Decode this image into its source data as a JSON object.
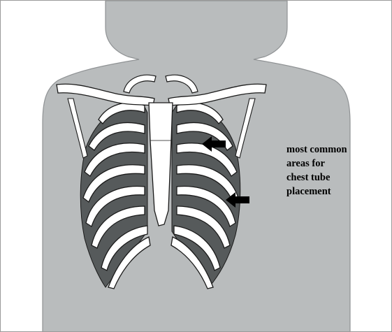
{
  "caption": {
    "lines": [
      "most common",
      "areas for",
      "chest tube",
      "placement"
    ]
  },
  "colors": {
    "silhouette": "#b9bcbd",
    "silhouette_outline": "#8f9294",
    "intercostal": "#565a5b",
    "bone": "#ffffff",
    "bone_outline": "#1a1a1a",
    "arrow": "#000000"
  },
  "icons": {
    "upper_arrow": "arrow-left-icon",
    "lower_arrow": "arrow-left-icon"
  }
}
